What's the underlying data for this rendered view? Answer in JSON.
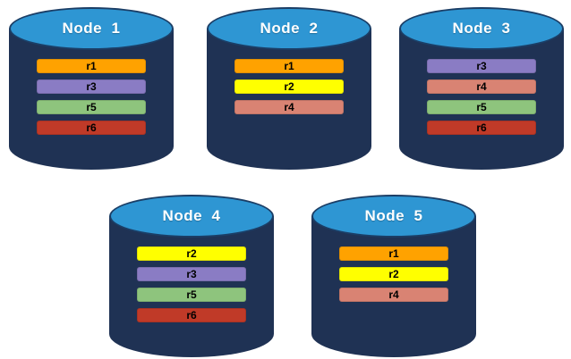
{
  "diagram": {
    "description": "Five database nodes shown as cylinders, each containing colored replica bars",
    "colors": {
      "cylinder_body": "#1F3254",
      "cylinder_top": "#2E96D3",
      "cylinder_top_border": "#1B3E66",
      "node_label_text": "#FFFFFF",
      "bar_label_text": "#000000",
      "background": "#FFFFFF"
    },
    "replica_colors": {
      "r1": "#FFA200",
      "r2": "#FFFF00",
      "r3": "#8A7CC4",
      "r4": "#D98373",
      "r5": "#8EC47D",
      "r6": "#C03A28"
    },
    "nodes": [
      {
        "label": "Node  1",
        "replicas": [
          "r1",
          "r3",
          "r5",
          "r6"
        ]
      },
      {
        "label": "Node  2",
        "replicas": [
          "r1",
          "r2",
          "r4"
        ]
      },
      {
        "label": "Node  3",
        "replicas": [
          "r3",
          "r4",
          "r5",
          "r6"
        ]
      },
      {
        "label": "Node  4",
        "replicas": [
          "r2",
          "r3",
          "r5",
          "r6"
        ]
      },
      {
        "label": "Node  5",
        "replicas": [
          "r1",
          "r2",
          "r4"
        ]
      }
    ]
  }
}
